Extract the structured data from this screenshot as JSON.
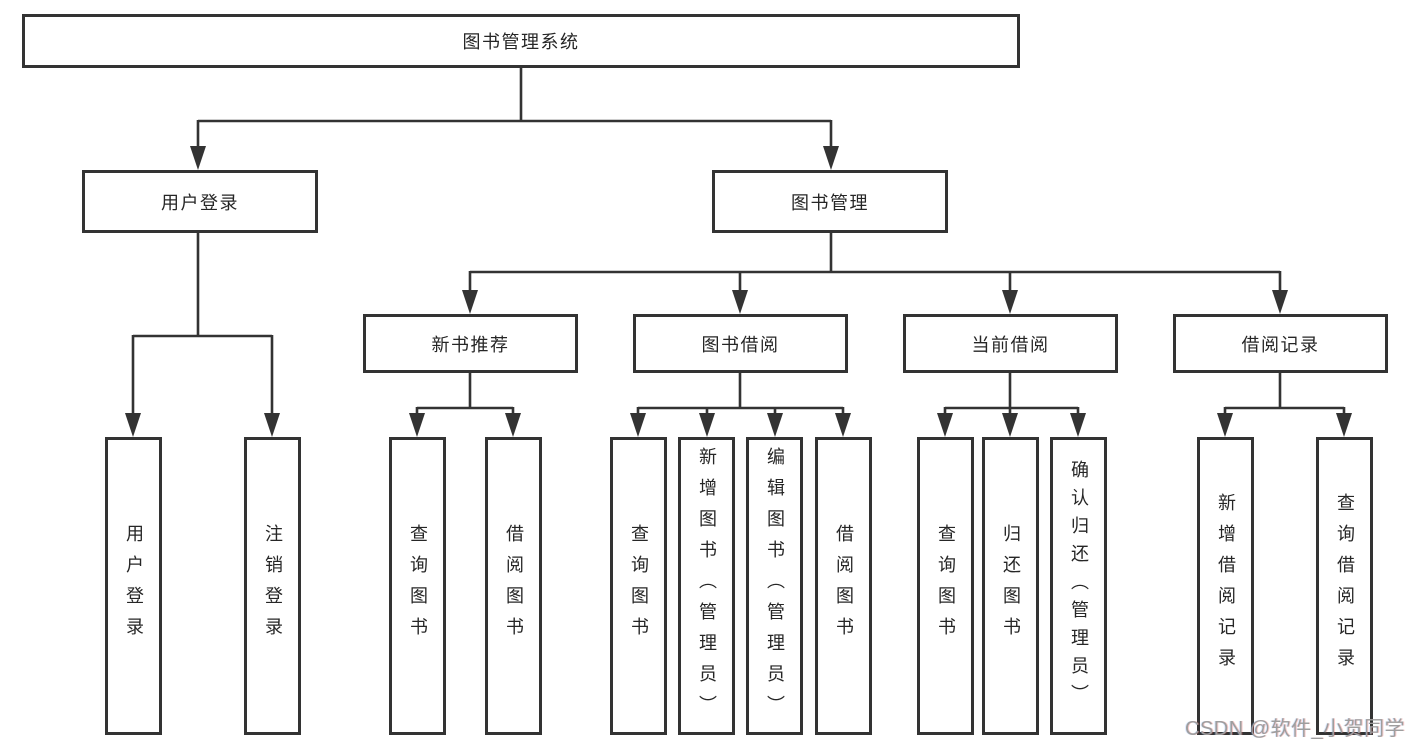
{
  "tree": {
    "root": {
      "label": "图书管理系统"
    },
    "level2": [
      {
        "label": "用户登录",
        "children": [
          {
            "label": "用户登录"
          },
          {
            "label": "注销登录"
          }
        ]
      },
      {
        "label": "图书管理",
        "children": [
          {
            "label": "新书推荐",
            "children": [
              {
                "label": "查询图书"
              },
              {
                "label": "借阅图书"
              }
            ]
          },
          {
            "label": "图书借阅",
            "children": [
              {
                "label": "查询图书"
              },
              {
                "label": "新增图书（管理员）"
              },
              {
                "label": "编辑图书（管理员）"
              },
              {
                "label": "借阅图书"
              }
            ]
          },
          {
            "label": "当前借阅",
            "children": [
              {
                "label": "查询图书"
              },
              {
                "label": "归还图书"
              },
              {
                "label": "确认归还（管理员）"
              }
            ]
          },
          {
            "label": "借阅记录",
            "children": [
              {
                "label": "新增借阅记录"
              },
              {
                "label": "查询借阅记录"
              }
            ]
          }
        ]
      }
    ]
  },
  "watermark": "CSDN @软件_小贺同学",
  "colors": {
    "line": "#333333",
    "box_border": "#333333",
    "text": "#262626",
    "watermark": "#9e9e9e",
    "background": "#ffffff"
  }
}
